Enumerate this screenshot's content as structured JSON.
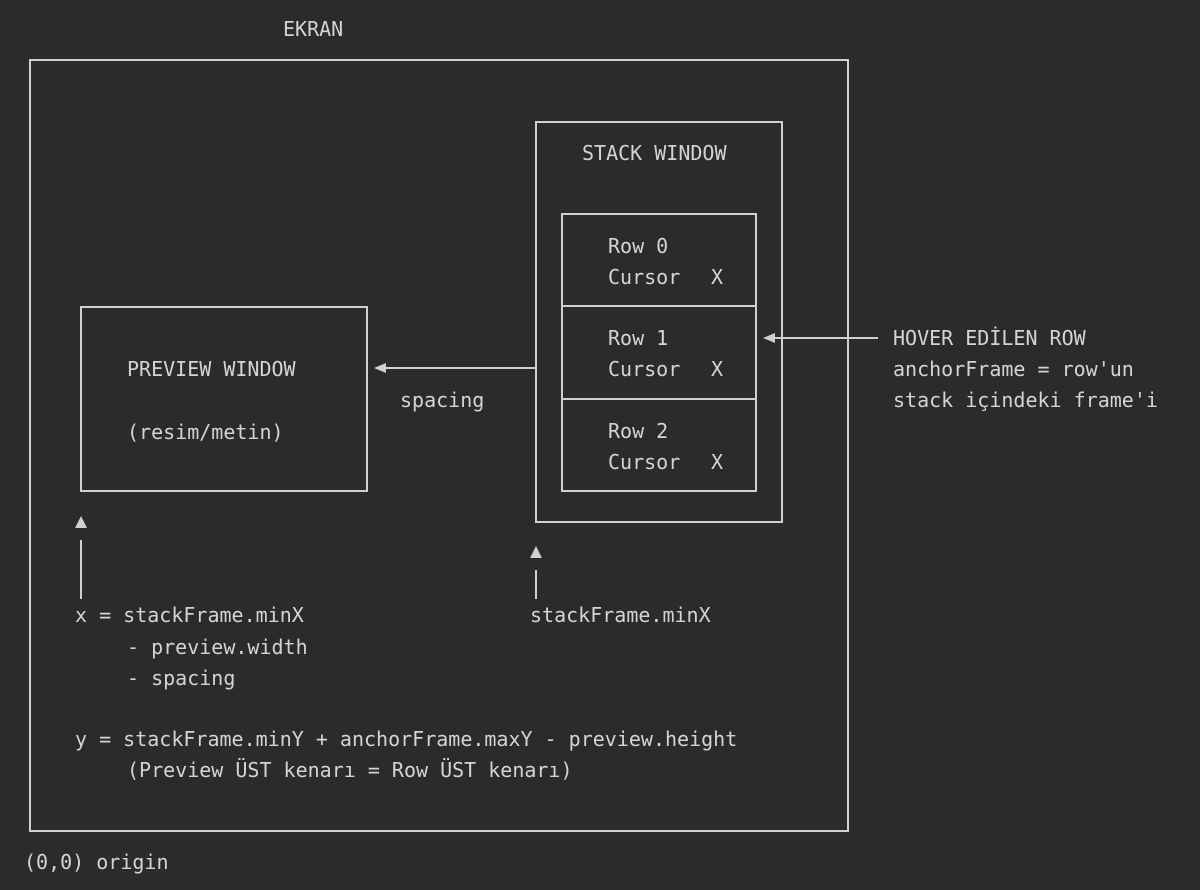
{
  "screen_label": "EKRAN",
  "stack_window": {
    "title": "STACK WINDOW",
    "rows": [
      {
        "label": "Row 0",
        "cursor_label": "Cursor",
        "close_label": "X"
      },
      {
        "label": "Row 1",
        "cursor_label": "Cursor",
        "close_label": "X"
      },
      {
        "label": "Row 2",
        "cursor_label": "Cursor",
        "close_label": "X"
      }
    ]
  },
  "preview_window": {
    "title": "PREVIEW WINDOW",
    "subtitle": "(resim/metin)"
  },
  "spacing_label": "spacing",
  "hover_note": {
    "line1": "HOVER EDİLEN ROW",
    "line2": "anchorFrame = row'un",
    "line3": "stack içindeki frame'i"
  },
  "x_formula": {
    "line1": "x = stackFrame.minX",
    "line2": "- preview.width",
    "line3": "- spacing"
  },
  "stack_minx_label": "stackFrame.minX",
  "y_formula": {
    "line1": "y = stackFrame.minY + anchorFrame.maxY - preview.height",
    "line2": "(Preview ÜST kenarı = Row ÜST kenarı)"
  },
  "origin_label": "(0,0) origin"
}
